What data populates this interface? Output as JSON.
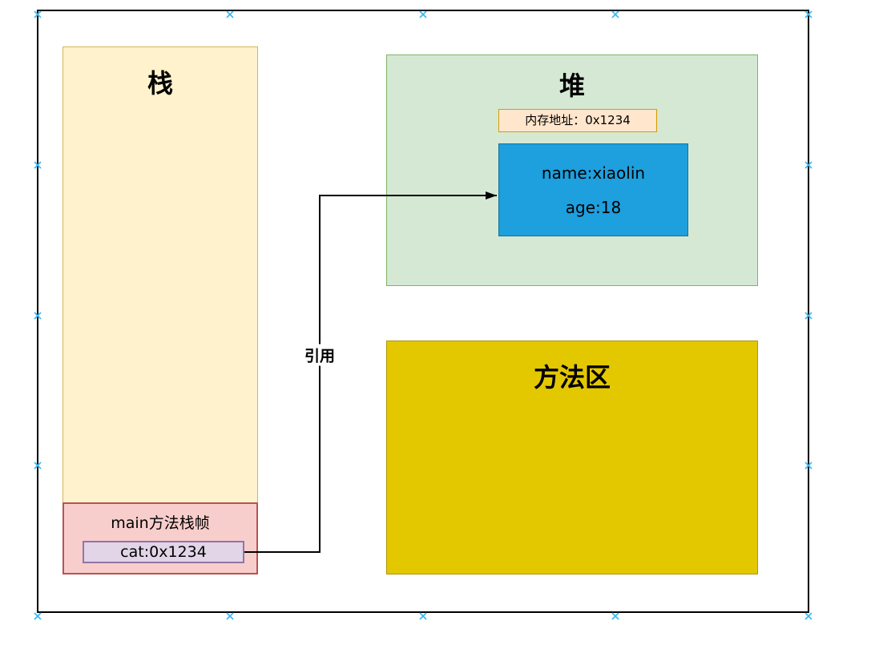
{
  "diagram": {
    "outer_border_color": "#000000",
    "connection_marker_color": "#35B6F2",
    "stack": {
      "title": "栈",
      "fill": "#FFF2CC",
      "stroke": "#D6B656",
      "frame": {
        "label": "main方法栈帧",
        "fill": "#F8CECC",
        "stroke": "#B85450"
      },
      "variable": {
        "label": "cat:0x1234",
        "fill": "#E1D5E7",
        "stroke": "#9673A6"
      }
    },
    "heap": {
      "title": "堆",
      "fill": "#D5E8D4",
      "stroke": "#82B366",
      "address": {
        "label": "内存地址：0x1234",
        "fill": "#FFE6CC",
        "stroke": "#D79B00"
      },
      "object": {
        "name_line": "name:xiaolin",
        "age_line": "age:18",
        "fill": "#1E9FDE",
        "stroke": "#10739E"
      }
    },
    "method_area": {
      "title": "方法区",
      "fill": "#E3C800",
      "stroke": "#B09500"
    },
    "reference": {
      "label": "引用",
      "color": "#000000"
    }
  }
}
